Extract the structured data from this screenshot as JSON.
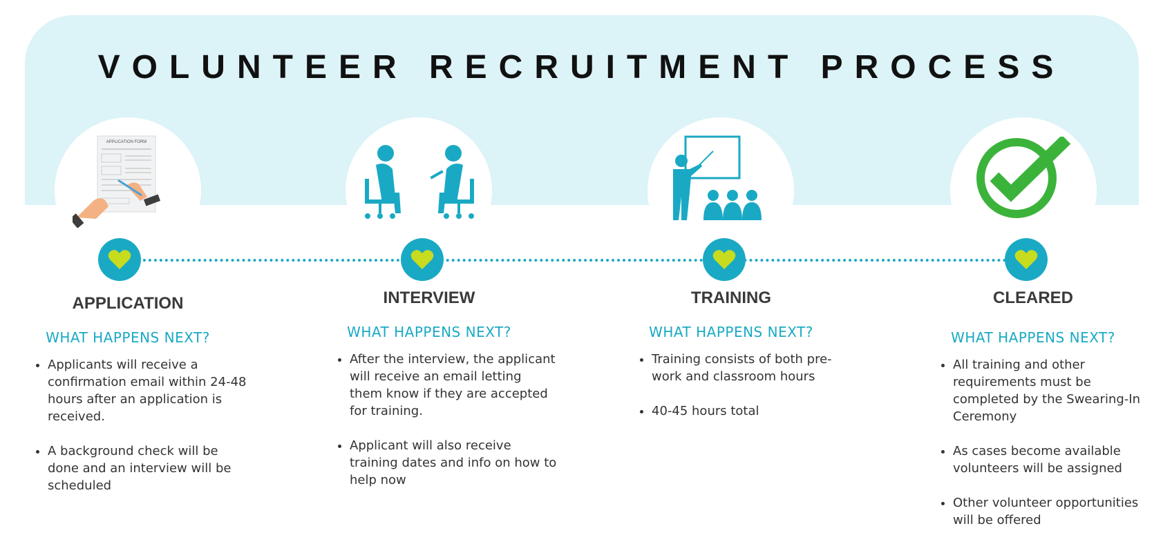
{
  "title": "VOLUNTEER RECRUITMENT PROCESS",
  "colors": {
    "banner": "#dcf3f7",
    "accent": "#1aa9c4",
    "heart": "#c7dc1e",
    "check": "#3bb33b"
  },
  "steps": [
    {
      "label": "APPLICATION",
      "icon": "application-form-icon",
      "subheading": "WHAT HAPPENS NEXT?",
      "form_title": "APPLICATION FORM",
      "bullets": [
        "Applicants will receive a confirmation email within 24-48 hours after an application is received.",
        "A background check will be done and an interview will be scheduled"
      ]
    },
    {
      "label": "INTERVIEW",
      "icon": "interview-icon",
      "subheading": "WHAT HAPPENS NEXT?",
      "bullets": [
        "After the interview, the applicant will receive an email letting them know if they are accepted for training.",
        "Applicant will also receive training dates and info on how to help now"
      ]
    },
    {
      "label": "TRAINING",
      "icon": "training-presentation-icon",
      "subheading": "WHAT HAPPENS NEXT?",
      "bullets": [
        "Training consists of both pre-work and classroom hours",
        "40-45 hours total"
      ]
    },
    {
      "label": "CLEARED",
      "icon": "checkmark-icon",
      "subheading": "WHAT HAPPENS NEXT?",
      "bullets": [
        "All training and other requirements must be completed by the Swearing-In Ceremony",
        "As cases become available volunteers will be assigned",
        "Other volunteer opportunities will be offered"
      ]
    }
  ]
}
